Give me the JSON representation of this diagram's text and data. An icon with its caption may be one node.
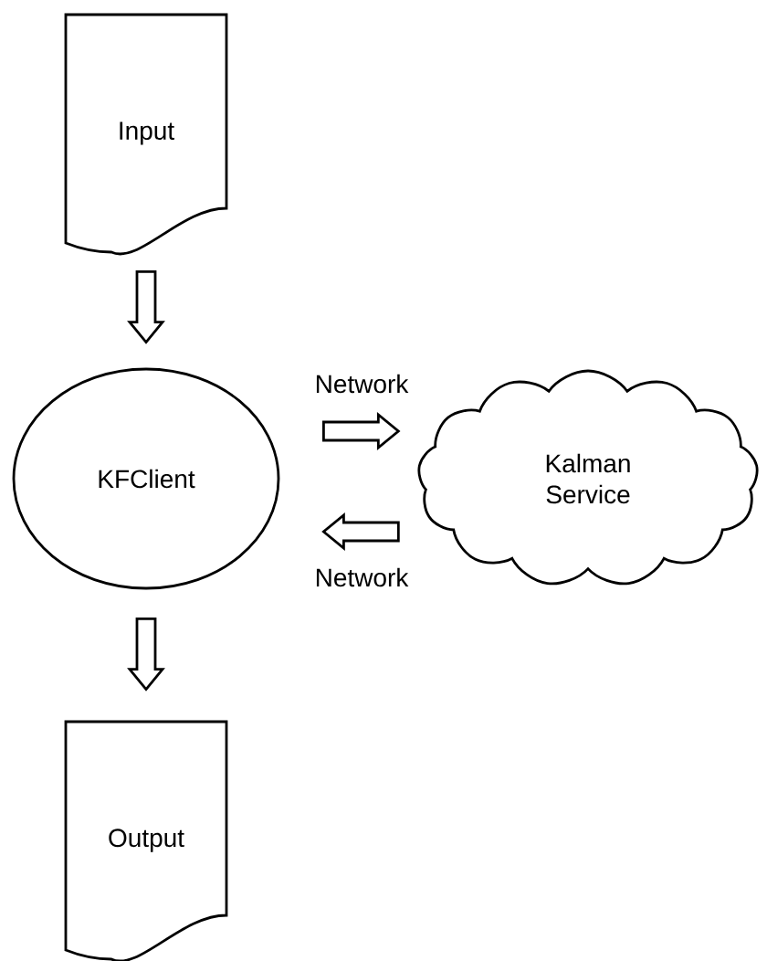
{
  "diagram": {
    "nodes": [
      {
        "text": [
          "Input"
        ]
      },
      {
        "text": [
          "KFClient"
        ]
      },
      {
        "text": [
          "Kalman Service"
        ]
      },
      {
        "text": [
          "Output"
        ]
      }
    ],
    "edges": [
      {
        "from": 0,
        "to": 1,
        "arrow": "to"
      },
      {
        "from": 1,
        "to": 2,
        "arrow": "to",
        "label": "Network"
      },
      {
        "from": 2,
        "to": 1,
        "arrow": "to",
        "label": "Network"
      },
      {
        "from": 1,
        "to": 3,
        "arrow": "to"
      }
    ]
  }
}
